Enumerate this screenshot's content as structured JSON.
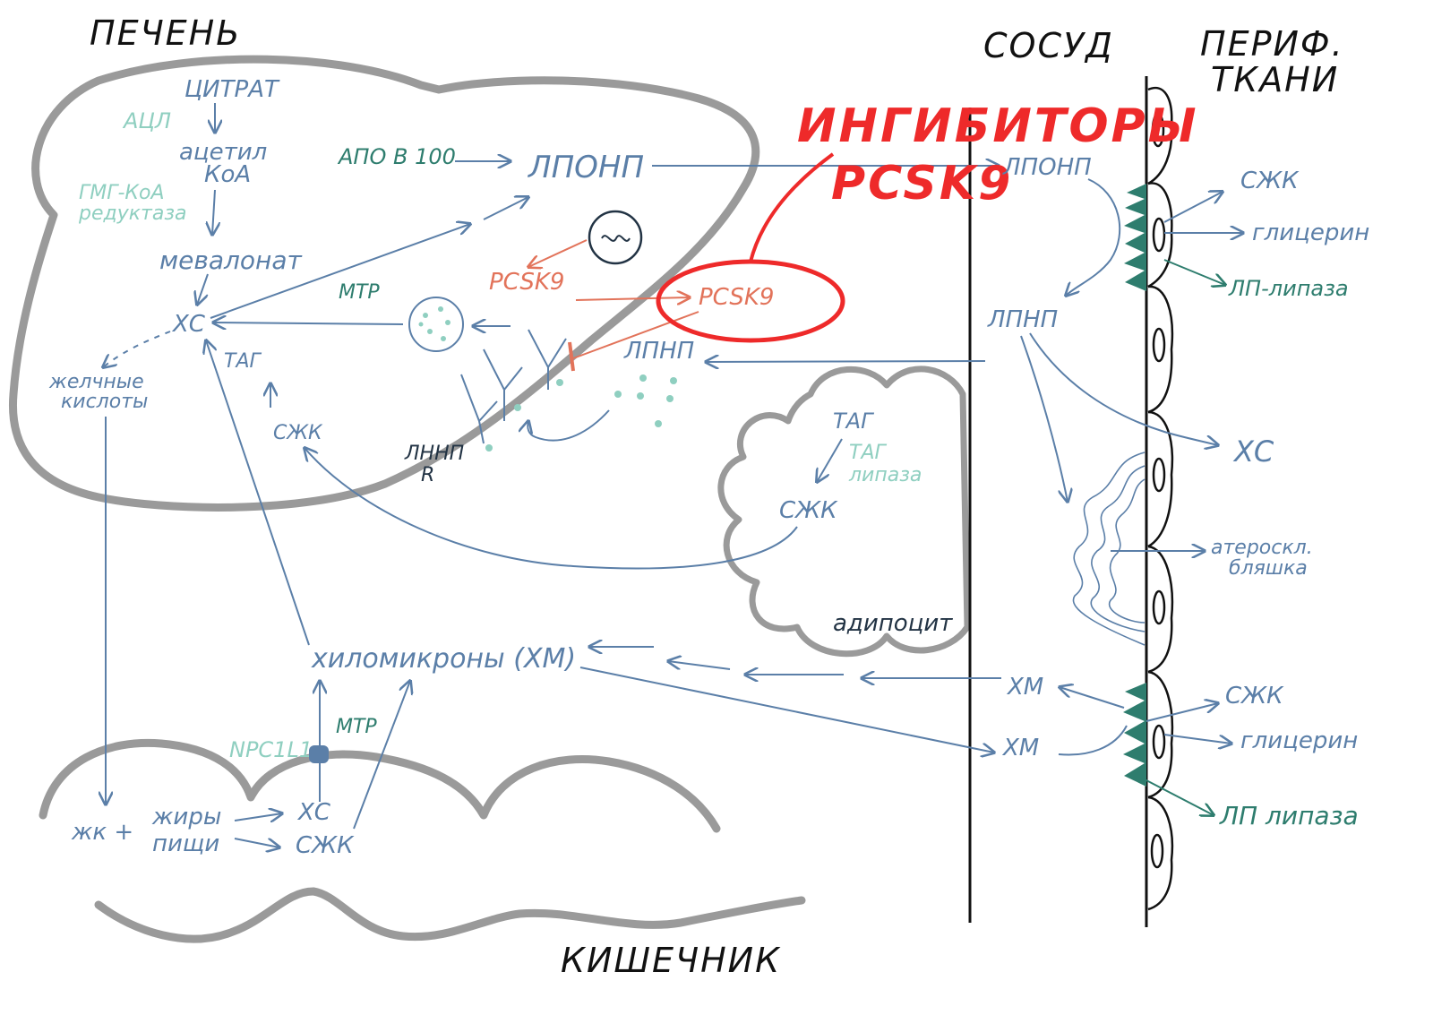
{
  "regions": {
    "liver": "ПЕЧЕНЬ",
    "vessel": "СОСУД",
    "peripheral_line1": "ПЕРИФ.",
    "peripheral_line2": "ТКАНИ",
    "intestine": "КИШЕЧНИК",
    "adipocyte": "адипоцит"
  },
  "liver": {
    "citrate": "ЦИТРАТ",
    "acl": "АЦЛ",
    "acetyl_1": "ацетил",
    "acetyl_2": "КоА",
    "hmg_1": "ГМГ-КоА",
    "hmg_2": "редуктаза",
    "mevalonate": "мевалонат",
    "chol": "ХС",
    "bile_1": "желчные",
    "bile_2": "кислоты",
    "apo": "АПО В 100",
    "vldl": "ЛПОНП",
    "mtp": "МТР",
    "tag": "ТАГ",
    "ffa": "СЖК",
    "pcsk9_a": "PCSK9",
    "pcsk9_b": "PCSK9",
    "ldl": "ЛПНП",
    "ldlr_1": "ЛННП",
    "ldlr_2": "R"
  },
  "inhibitor": {
    "line1": "ИНГИБИТОРЫ",
    "line2": "PCSK9"
  },
  "adipose": {
    "tag": "ТАГ",
    "lipase_1": "ТАГ",
    "lipase_2": "липаза",
    "ffa": "СЖК"
  },
  "vessel": {
    "vldl": "ЛПОНП",
    "ldl": "ЛПНП",
    "cm1": "ХМ",
    "cm2": "ХМ"
  },
  "peripheral": {
    "ffa1": "СЖК",
    "glycerol1": "глицерин",
    "lpl1": "ЛП-липаза",
    "chol": "ХС",
    "plaque_1": "атероскл.",
    "plaque_2": "бляшка",
    "ffa2": "СЖК",
    "glycerol2": "глицерин",
    "lpl2": "ЛП липаза"
  },
  "intestine": {
    "chylomicrons": "хиломикроны (ХМ)",
    "npc1l1": "NPC1L1",
    "mtp": "МТР",
    "chol": "ХС",
    "ffa": "СЖК",
    "bile": "жк +",
    "fat_1": "жиры",
    "fat_2": "пищи"
  },
  "colors": {
    "blue": "#5b7fa8",
    "mint": "#8fcfc0",
    "green": "#2e7d6e",
    "red": "#ee2a2a",
    "salmon": "#e2735a",
    "gray": "#9a9a9a"
  }
}
